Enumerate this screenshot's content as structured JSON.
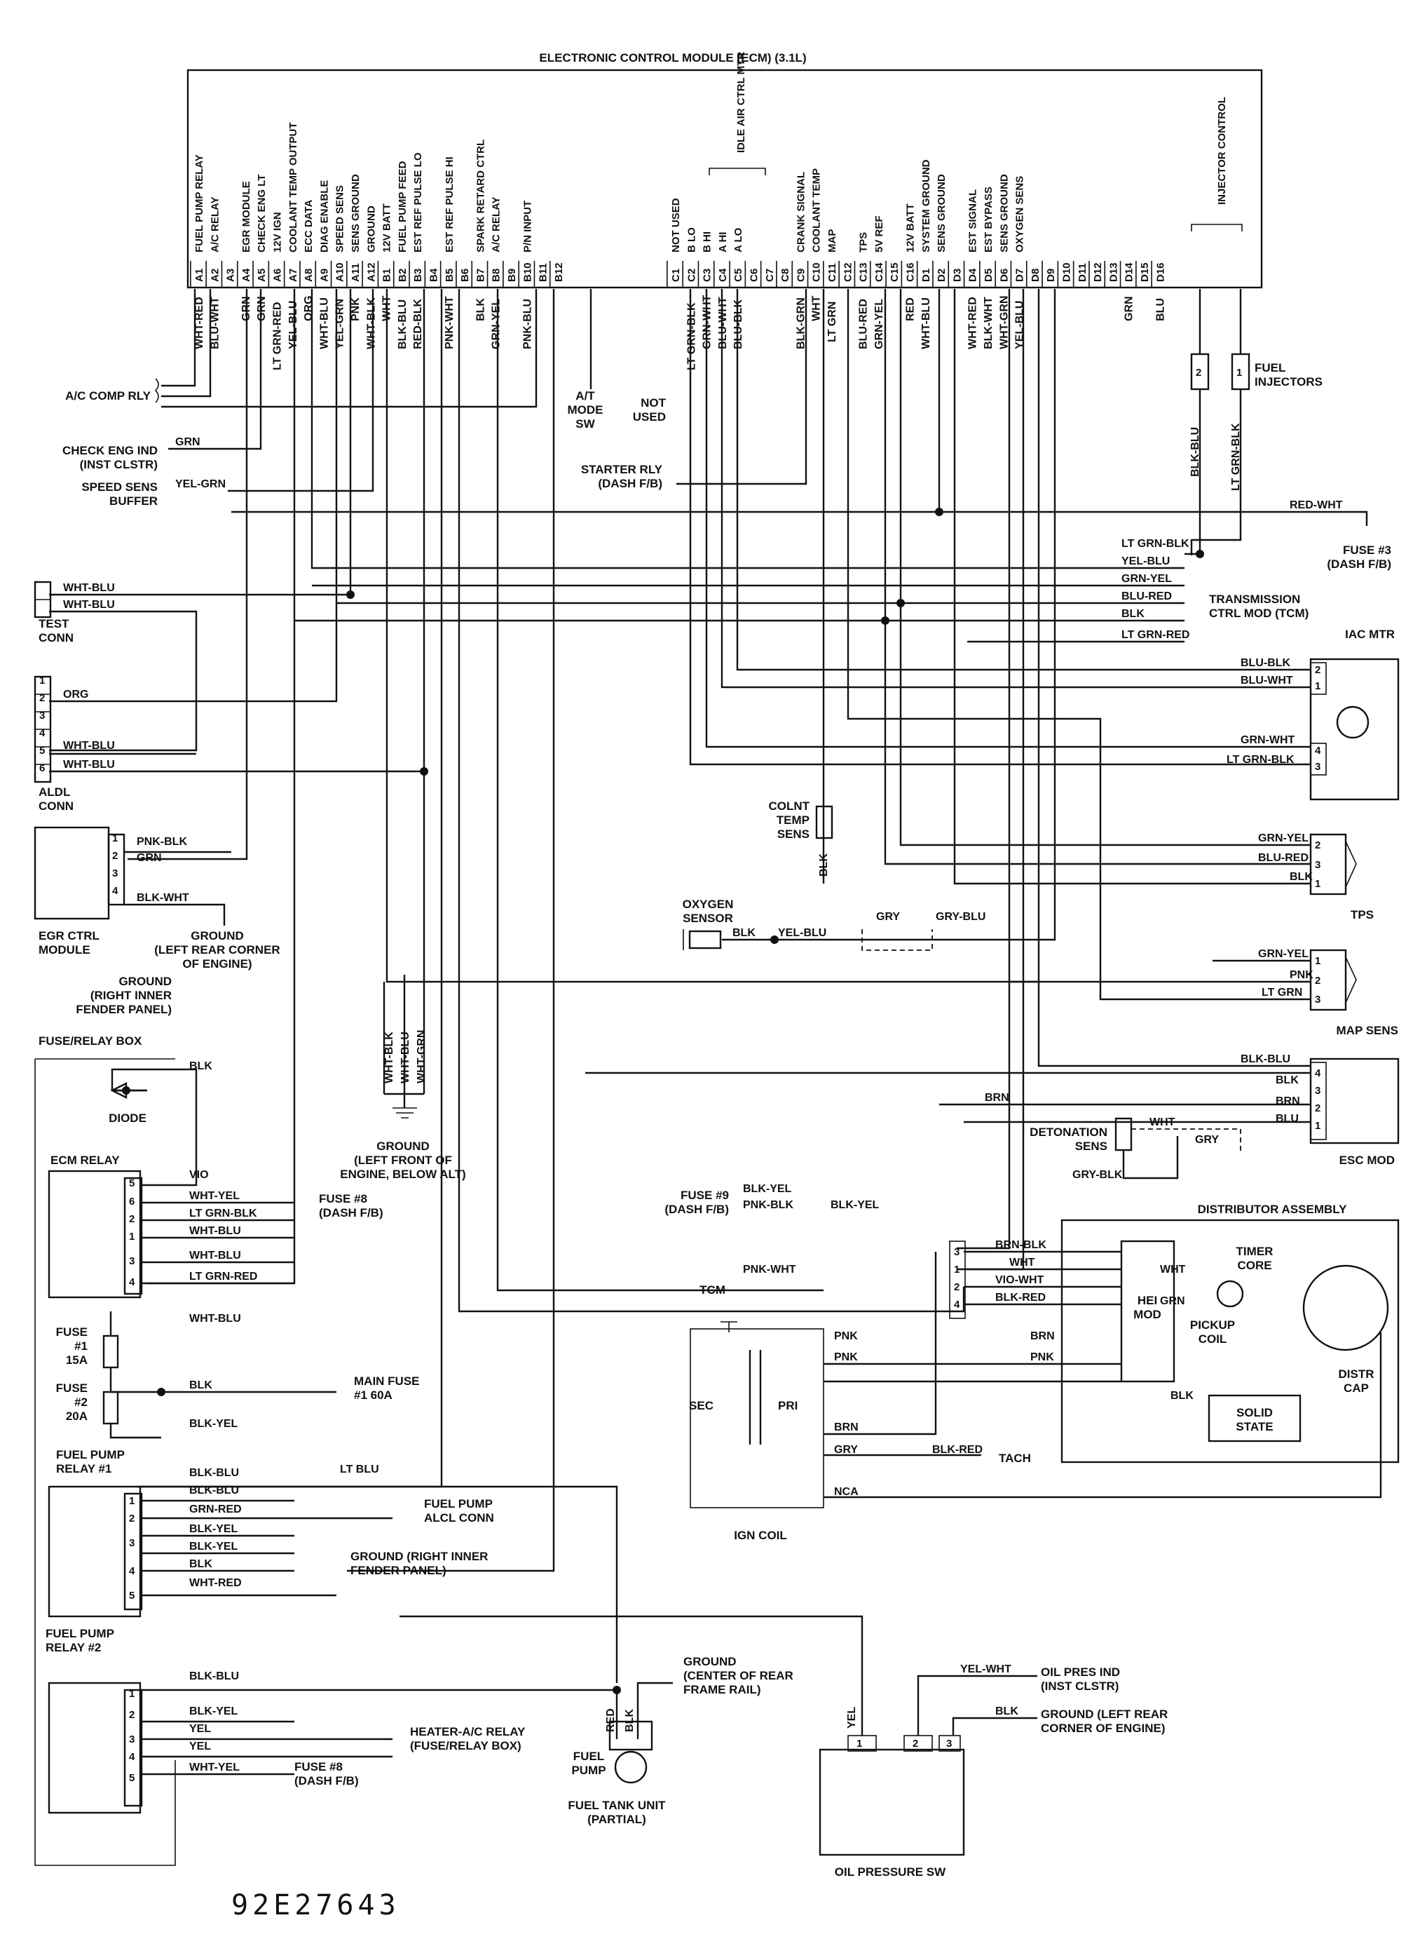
{
  "ecm": {
    "title": "ELECTRONIC CONTROL MODULE (ECM) (3.1L)",
    "pins_a": [
      {
        "pin": "A1",
        "func": "FUEL PUMP RELAY",
        "wire": "WHT-RED"
      },
      {
        "pin": "A2",
        "func": "A/C RELAY",
        "wire": "BLU-WHT"
      },
      {
        "pin": "A3",
        "func": "",
        "wire": ""
      },
      {
        "pin": "A4",
        "func": "EGR MODULE",
        "wire": "GRN"
      },
      {
        "pin": "A5",
        "func": "CHECK ENG LT",
        "wire": "GRN"
      },
      {
        "pin": "A6",
        "func": "12V IGN",
        "wire": "LT GRN-RED"
      },
      {
        "pin": "A7",
        "func": "COOLANT TEMP OUTPUT",
        "wire": "YEL-BLU"
      },
      {
        "pin": "A8",
        "func": "ECC DATA",
        "wire": "ORG"
      },
      {
        "pin": "A9",
        "func": "DIAG ENABLE",
        "wire": "WHT-BLU"
      },
      {
        "pin": "A10",
        "func": "SPEED SENS",
        "wire": "YEL-GRN"
      },
      {
        "pin": "A11",
        "func": "SENS GROUND",
        "wire": "PNK"
      },
      {
        "pin": "A12",
        "func": "GROUND",
        "wire": "WHT-BLK"
      },
      {
        "pin": "B1",
        "func": "12V BATT",
        "wire": "WHT"
      },
      {
        "pin": "B2",
        "func": "FUEL PUMP FEED",
        "wire": "BLK-BLU"
      },
      {
        "pin": "B3",
        "func": "EST REF PULSE LO",
        "wire": "RED-BLK"
      },
      {
        "pin": "B4",
        "func": "",
        "wire": ""
      },
      {
        "pin": "B5",
        "func": "EST REF PULSE HI",
        "wire": "PNK-WHT"
      },
      {
        "pin": "B6",
        "func": "",
        "wire": ""
      },
      {
        "pin": "B7",
        "func": "SPARK RETARD CTRL",
        "wire": "BLK"
      },
      {
        "pin": "B8",
        "func": "A/C RELAY",
        "wire": "GRN-YEL"
      },
      {
        "pin": "B9",
        "func": "",
        "wire": ""
      },
      {
        "pin": "B10",
        "func": "P/N INPUT",
        "wire": "PNK-BLU"
      },
      {
        "pin": "B11",
        "func": "",
        "wire": ""
      },
      {
        "pin": "B12",
        "func": "",
        "wire": ""
      }
    ],
    "pins_c": [
      {
        "pin": "C1",
        "func": "NOT USED",
        "wire": ""
      },
      {
        "pin": "C2",
        "func": "B LO",
        "wire": "LT GRN-BLK"
      },
      {
        "pin": "C3",
        "func": "B HI",
        "wire": "GRN-WHT"
      },
      {
        "pin": "C4",
        "func": "A HI",
        "wire": "BLU-WHT"
      },
      {
        "pin": "C5",
        "func": "A LO",
        "wire": "BLU-BLK"
      },
      {
        "pin": "C6",
        "func": "",
        "wire": ""
      },
      {
        "pin": "C7",
        "func": "",
        "wire": ""
      },
      {
        "pin": "C8",
        "func": "",
        "wire": ""
      },
      {
        "pin": "C9",
        "func": "CRANK SIGNAL",
        "wire": "BLK-GRN"
      },
      {
        "pin": "C10",
        "func": "COOLANT TEMP",
        "wire": "WHT"
      },
      {
        "pin": "C11",
        "func": "MAP",
        "wire": "LT GRN"
      },
      {
        "pin": "C12",
        "func": "",
        "wire": ""
      },
      {
        "pin": "C13",
        "func": "TPS",
        "wire": "BLU-RED"
      },
      {
        "pin": "C14",
        "func": "5V REF",
        "wire": "GRN-YEL"
      },
      {
        "pin": "C15",
        "func": "",
        "wire": ""
      },
      {
        "pin": "C16",
        "func": "12V BATT",
        "wire": "RED"
      },
      {
        "pin": "D1",
        "func": "SYSTEM GROUND",
        "wire": "WHT-BLU"
      },
      {
        "pin": "D2",
        "func": "SENS GROUND",
        "wire": ""
      },
      {
        "pin": "D3",
        "func": "",
        "wire": ""
      },
      {
        "pin": "D4",
        "func": "EST SIGNAL",
        "wire": "WHT-RED"
      },
      {
        "pin": "D5",
        "func": "EST BYPASS",
        "wire": "BLK-WHT"
      },
      {
        "pin": "D6",
        "func": "SENS GROUND",
        "wire": "WHT-GRN"
      },
      {
        "pin": "D7",
        "func": "OXYGEN SENS",
        "wire": "YEL-BLU"
      },
      {
        "pin": "D8",
        "func": "",
        "wire": ""
      },
      {
        "pin": "D9",
        "func": "",
        "wire": ""
      },
      {
        "pin": "D10",
        "func": "",
        "wire": ""
      },
      {
        "pin": "D11",
        "func": "",
        "wire": ""
      },
      {
        "pin": "D12",
        "func": "",
        "wire": ""
      },
      {
        "pin": "D13",
        "func": "",
        "wire": ""
      },
      {
        "pin": "D14",
        "func": "",
        "wire": "GRN"
      },
      {
        "pin": "D15",
        "func": "",
        "wire": ""
      },
      {
        "pin": "D16",
        "func": "",
        "wire": "BLU"
      }
    ],
    "group_idle_air": "IDLE AIR CTRL MTR",
    "group_injector": "INJECTOR CONTROL"
  },
  "labels": {
    "ac_comp_rly": "A/C COMP RLY",
    "check_eng_ind": "CHECK ENG IND\n(INST CLSTR)",
    "speed_sens_buffer": "SPEED SENS\nBUFFER",
    "at_mode_sw": "A/T\nMODE\nSW",
    "not_used": "NOT\nUSED",
    "starter_rly": "STARTER RLY\n(DASH F/B)",
    "fuel_injectors": "FUEL\nINJECTORS",
    "fuse3": "FUSE #3\n(DASH F/B)",
    "tcm": "TRANSMISSION\nCTRL MOD (TCM)",
    "test_conn": "TEST\nCONN",
    "aldl_conn": "ALDL\nCONN",
    "iac_mtr": "IAC MTR",
    "colnt_temp_sens": "COLNT\nTEMP\nSENS",
    "egr_ctrl_module": "EGR CTRL\nMODULE",
    "ground_left_rear": "GROUND\n(LEFT REAR CORNER\nOF ENGINE)",
    "oxygen_sensor": "OXYGEN\nSENSOR",
    "tps": "TPS",
    "ground_right_inner": "GROUND\n(RIGHT INNER\nFENDER PANEL)",
    "map_sens": "MAP SENS",
    "fuse_relay_box": "FUSE/RELAY BOX",
    "diode": "DIODE",
    "ground_left_front": "GROUND\n(LEFT FRONT OF\nENGINE, BELOW ALT)",
    "detonation_sens": "DETONATION\nSENS",
    "esc_mod": "ESC MOD",
    "ecm_relay": "ECM RELAY",
    "fuse8": "FUSE #8\n(DASH F/B)",
    "fuse9": "FUSE #9\n(DASH F/B)",
    "distributor_assembly": "DISTRIBUTOR ASSEMBLY",
    "tcm_short": "TCM",
    "timer_core": "TIMER\nCORE",
    "hei_mod": "HEI\nMOD",
    "pickup_coil": "PICKUP\nCOIL",
    "distr_cap": "DISTR\nCAP",
    "fuse1": "FUSE\n#1\n15A",
    "fuse2": "FUSE\n#2\n20A",
    "main_fuse": "MAIN FUSE\n#1 60A",
    "solid_state": "SOLID\nSTATE",
    "sec": "SEC",
    "pri": "PRI",
    "tach": "TACH",
    "ign_coil": "IGN COIL",
    "fuel_pump_relay1": "FUEL PUMP\nRELAY #1",
    "fuel_pump_alcl": "FUEL PUMP\nALCL CONN",
    "ground_right_inner2": "GROUND (RIGHT INNER\nFENDER PANEL)",
    "fuel_pump_relay2": "FUEL PUMP\nRELAY #2",
    "ground_center_rear": "GROUND\n(CENTER OF REAR\nFRAME RAIL)",
    "heater_ac_relay": "HEATER-A/C RELAY\n(FUSE/RELAY BOX)",
    "fuse8b": "FUSE #8\n(DASH F/B)",
    "fuel_pump": "FUEL\nPUMP",
    "fuel_tank_unit": "FUEL TANK UNIT\n(PARTIAL)",
    "oil_pres_ind": "OIL PRES IND\n(INST CLSTR)",
    "ground_left_rear2": "GROUND (LEFT REAR\nCORNER OF ENGINE)",
    "oil_pressure_sw": "OIL PRESSURE SW",
    "figure_code": "92E27643"
  },
  "wires": {
    "wht_red": "WHT-RED",
    "blu_wht": "BLU-WHT",
    "grn": "GRN",
    "yel_grn": "YEL-GRN",
    "red_wht": "RED-WHT",
    "lt_grn_blk": "LT GRN-BLK",
    "yel_blu": "YEL-BLU",
    "grn_yel": "GRN-YEL",
    "blu_red": "BLU-RED",
    "blk": "BLK",
    "lt_grn_red": "LT GRN-RED",
    "wht_blu": "WHT-BLU",
    "org": "ORG",
    "blu_blk": "BLU-BLK",
    "grn_wht": "GRN-WHT",
    "pnk_blk": "PNK-BLK",
    "blk_wht": "BLK-WHT",
    "blk_blu": "BLK-BLU",
    "gry": "GRY",
    "gry_blu": "GRY-BLU",
    "pnk": "PNK",
    "lt_grn": "LT GRN",
    "brn": "BRN",
    "blu": "BLU",
    "wht": "WHT",
    "gry_blk": "GRY-BLK",
    "vio": "VIO",
    "wht_yel": "WHT-YEL",
    "blk_yel": "BLK-YEL",
    "pnk_wht": "PNK-WHT",
    "brn_blk": "BRN-BLK",
    "vio_wht": "VIO-WHT",
    "blk_red": "BLK-RED",
    "nca": "NCA",
    "lt_blu": "LT BLU",
    "grn_red": "GRN-RED",
    "yel": "YEL",
    "red": "RED",
    "yel_wht": "YEL-WHT",
    "wht_blk": "WHT-BLK",
    "wht_grn": "WHT-GRN"
  }
}
